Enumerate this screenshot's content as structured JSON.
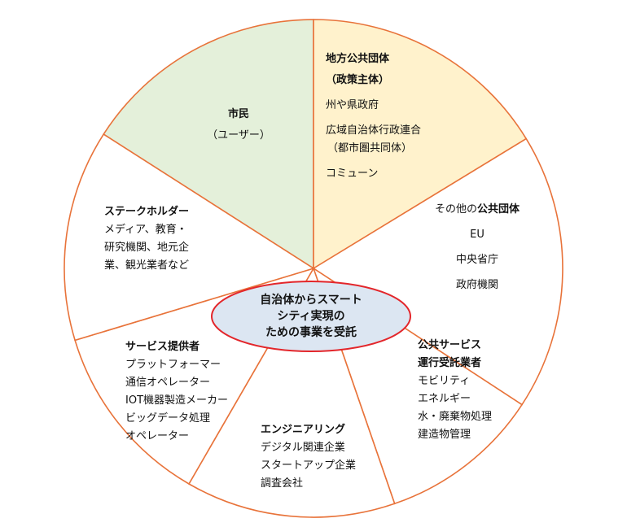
{
  "colors": {
    "outline": "#e8733a",
    "citizens_fill": "#e4f0da",
    "local_gov_fill": "#fff2cc",
    "hub_fill": "#dce6f2",
    "hub_stroke": "#e3262b",
    "default_fill": "#ffffff"
  },
  "hub": {
    "lines": [
      "自治体からスマート",
      "シティ実現の",
      "ための事業を受託"
    ]
  },
  "segments": {
    "citizens": {
      "title": "市民",
      "sub": "（ユーザー）"
    },
    "local_gov": {
      "title": "地方公共団体",
      "sub": "（政策主体）",
      "items": [
        "州や県政府",
        "広域自治体行政連合",
        "（都市圏共同体）",
        "コミューン"
      ]
    },
    "other_public": {
      "title_prefix": "その他の",
      "title_bold": "公共団体",
      "items": [
        "EU",
        "中央省庁",
        "政府機関"
      ]
    },
    "public_service": {
      "title_lines": [
        "公共サービス",
        "運行受託業者"
      ],
      "items": [
        "モビリティ",
        "エネルギー",
        "水・廃棄物処理",
        "建造物管理"
      ]
    },
    "engineering": {
      "title": "エンジニアリング",
      "items": [
        "デジタル関連企業",
        "スタートアップ企業",
        "調査会社"
      ]
    },
    "service_providers": {
      "title": "サービス提供者",
      "items": [
        "プラットフォーマー",
        "通信オペレーター",
        "IOT機器製造メーカー",
        "ビッグデータ処理",
        "オペレーター"
      ]
    },
    "stakeholders": {
      "title": "ステークホルダー",
      "items": [
        "メディア、教育・",
        "研究機関、地元企",
        "業、観光業者など"
      ]
    }
  }
}
